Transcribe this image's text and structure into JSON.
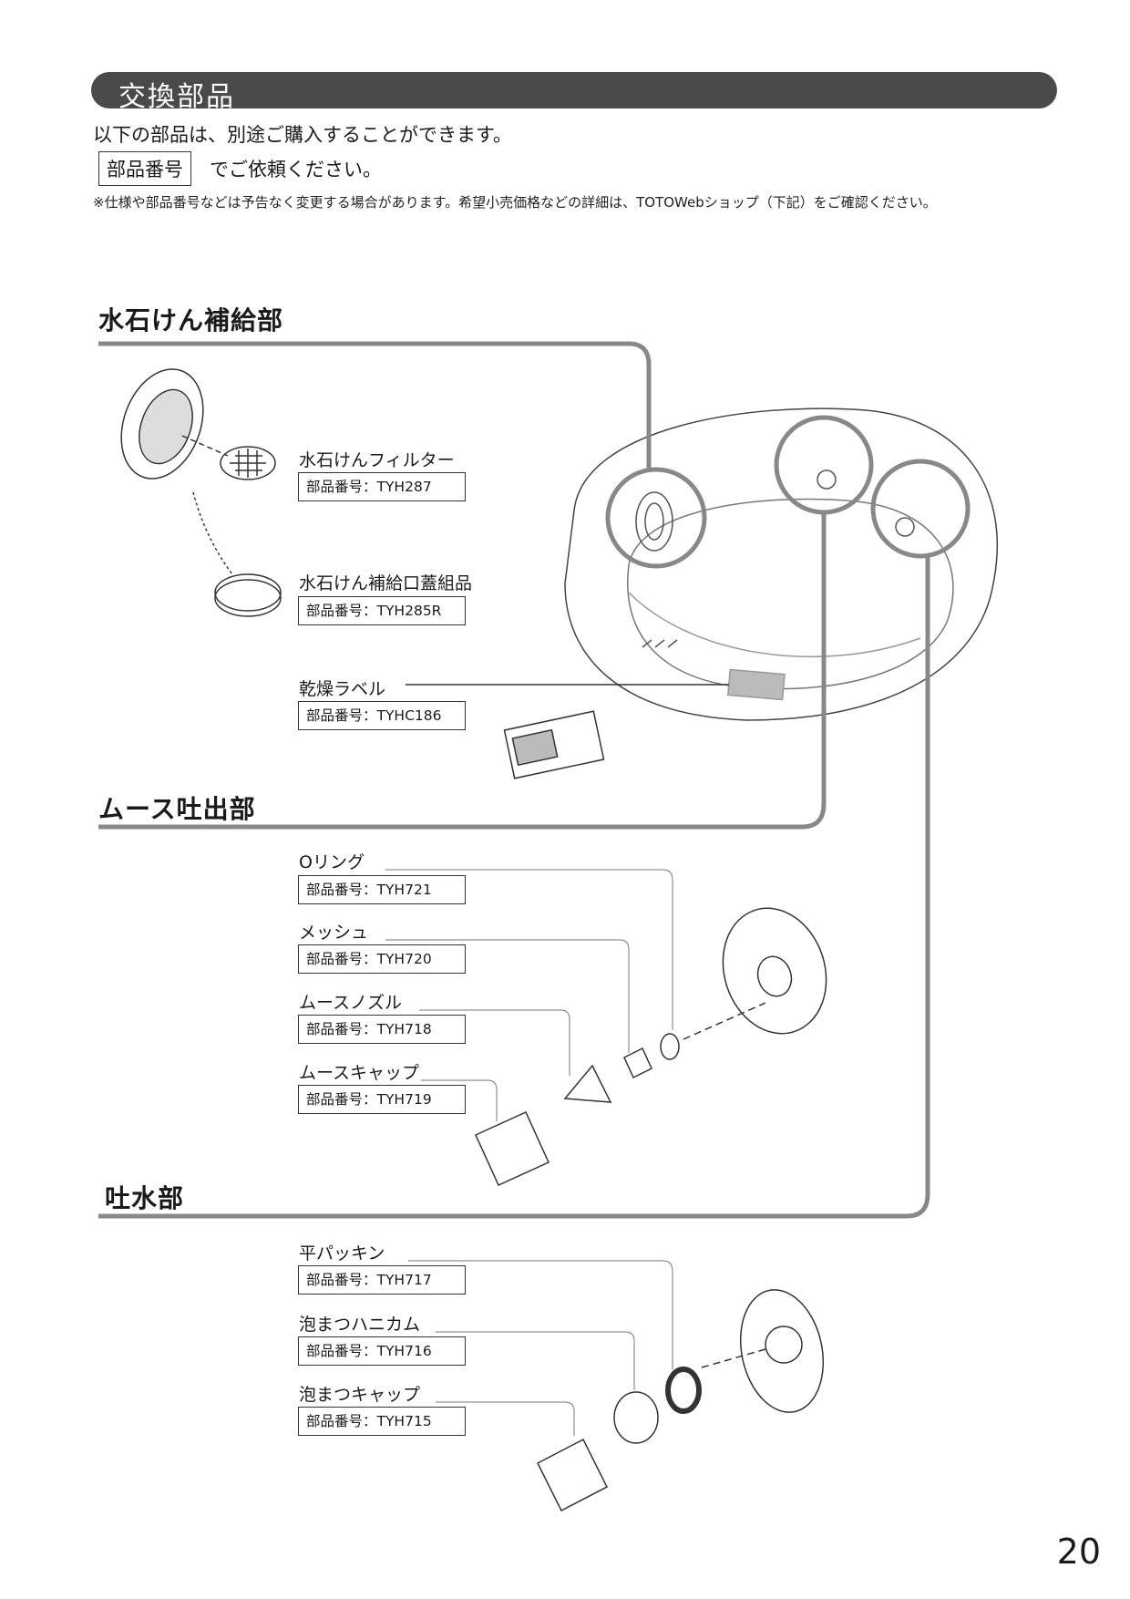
{
  "header": {
    "banner_title": "交換部品",
    "intro": "以下の部品は、別途ご購入することができます。",
    "part_number_label": "部品番号",
    "request_text": "でご依頼ください。",
    "note": "※仕様や部品番号などは予告なく変更する場合があります。希望小売価格などの詳細は、TOTOWebショップ（下記）をご確認ください。"
  },
  "sections": [
    {
      "title": "水石けん補給部",
      "parts": [
        {
          "name": "水石けんフィルター",
          "number": "部品番号：TYH287"
        },
        {
          "name": "水石けん補給口蓋組品",
          "number": "部品番号：TYH285R"
        },
        {
          "name": "乾燥ラベル",
          "number": "部品番号：TYHC186"
        }
      ]
    },
    {
      "title": "ムース吐出部",
      "parts": [
        {
          "name": "Oリング",
          "number": "部品番号：TYH721"
        },
        {
          "name": "メッシュ",
          "number": "部品番号：TYH720"
        },
        {
          "name": "ムースノズル",
          "number": "部品番号：TYH718"
        },
        {
          "name": "ムースキャップ",
          "number": "部品番号：TYH719"
        }
      ]
    },
    {
      "title": "吐水部",
      "parts": [
        {
          "name": "平パッキン",
          "number": "部品番号：TYH717"
        },
        {
          "name": "泡まつハニカム",
          "number": "部品番号：TYH716"
        },
        {
          "name": "泡まつキャップ",
          "number": "部品番号：TYH715"
        }
      ]
    }
  ],
  "page_number": "20"
}
